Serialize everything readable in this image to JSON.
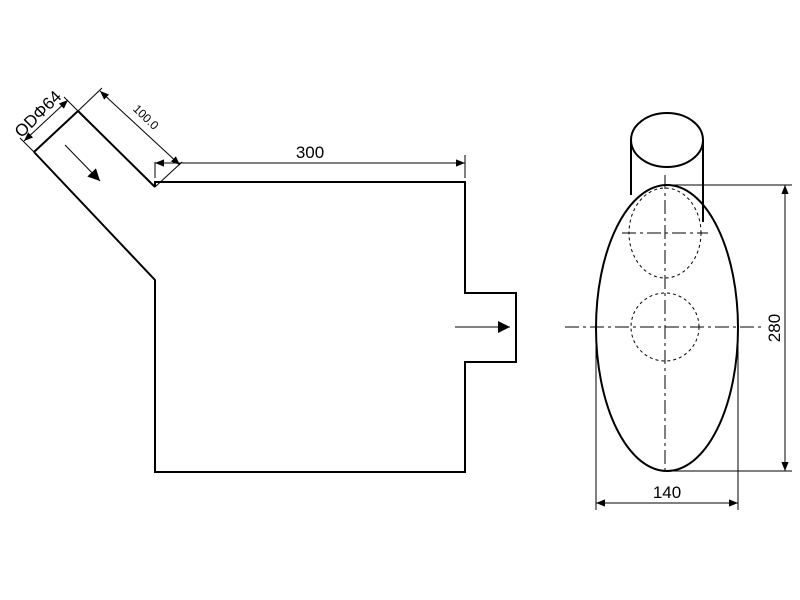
{
  "drawing": {
    "length_dim": "300",
    "height_dim": "280",
    "width_dim": "140",
    "inlet_length_dim": "100.0",
    "inlet_diameter": "ODΦ64"
  },
  "colors": {
    "line": "#000000",
    "background": "#ffffff"
  }
}
